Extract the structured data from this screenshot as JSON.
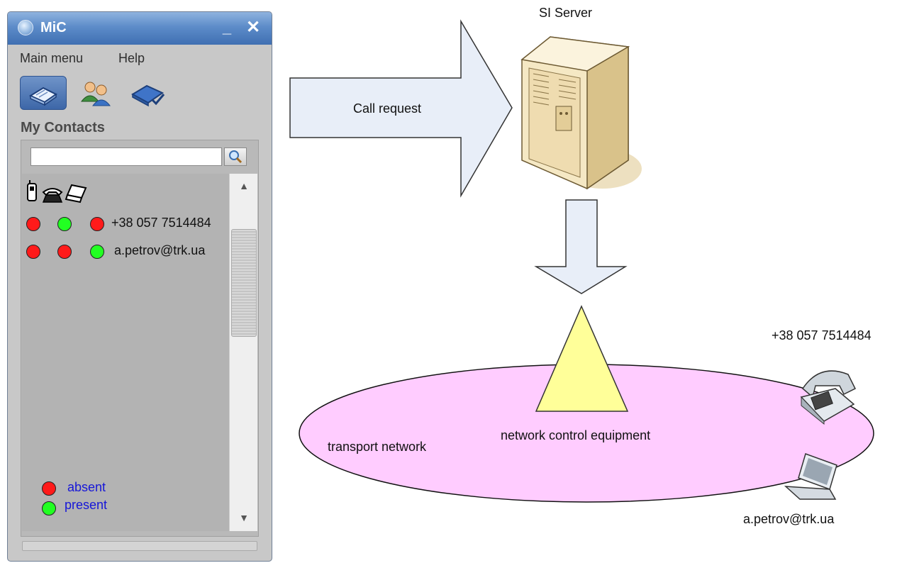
{
  "window": {
    "title": "MiC",
    "minimize_glyph": "_",
    "close_glyph": "✕",
    "logo_icon": "mic-logo-icon",
    "menu": [
      "Main menu",
      "Help"
    ],
    "toolbar": [
      {
        "icon": "address-book-icon",
        "active": true
      },
      {
        "icon": "users-icon",
        "active": false
      },
      {
        "icon": "book-check-icon",
        "active": false
      }
    ],
    "section_title": "My Contacts",
    "search": {
      "value": "",
      "placeholder": "",
      "icon": "search-icon"
    },
    "device_header_icons": [
      "mobile-phone-icon",
      "desk-phone-icon",
      "laptop-icon"
    ],
    "contacts": [
      {
        "address": "+38 057 7514484",
        "status": [
          "absent",
          "present",
          "absent"
        ]
      },
      {
        "address": "a.petrov@trk.ua",
        "status": [
          "absent",
          "absent",
          "present"
        ]
      }
    ],
    "legend": [
      {
        "label": "absent",
        "color": "#ff1a1a"
      },
      {
        "label": "present",
        "color": "#22ff22"
      }
    ]
  },
  "diagram": {
    "call_request_label": "Call request",
    "server_label": "SI Server",
    "network_label": "transport network",
    "equipment_label": "network control equipment",
    "phone_number": "+38 057 7514484",
    "email": "a.petrov@trk.ua",
    "colors": {
      "arrow_fill": "#e8eef8",
      "network_fill": "#ffccff",
      "equipment_fill": "#ffff99"
    }
  }
}
